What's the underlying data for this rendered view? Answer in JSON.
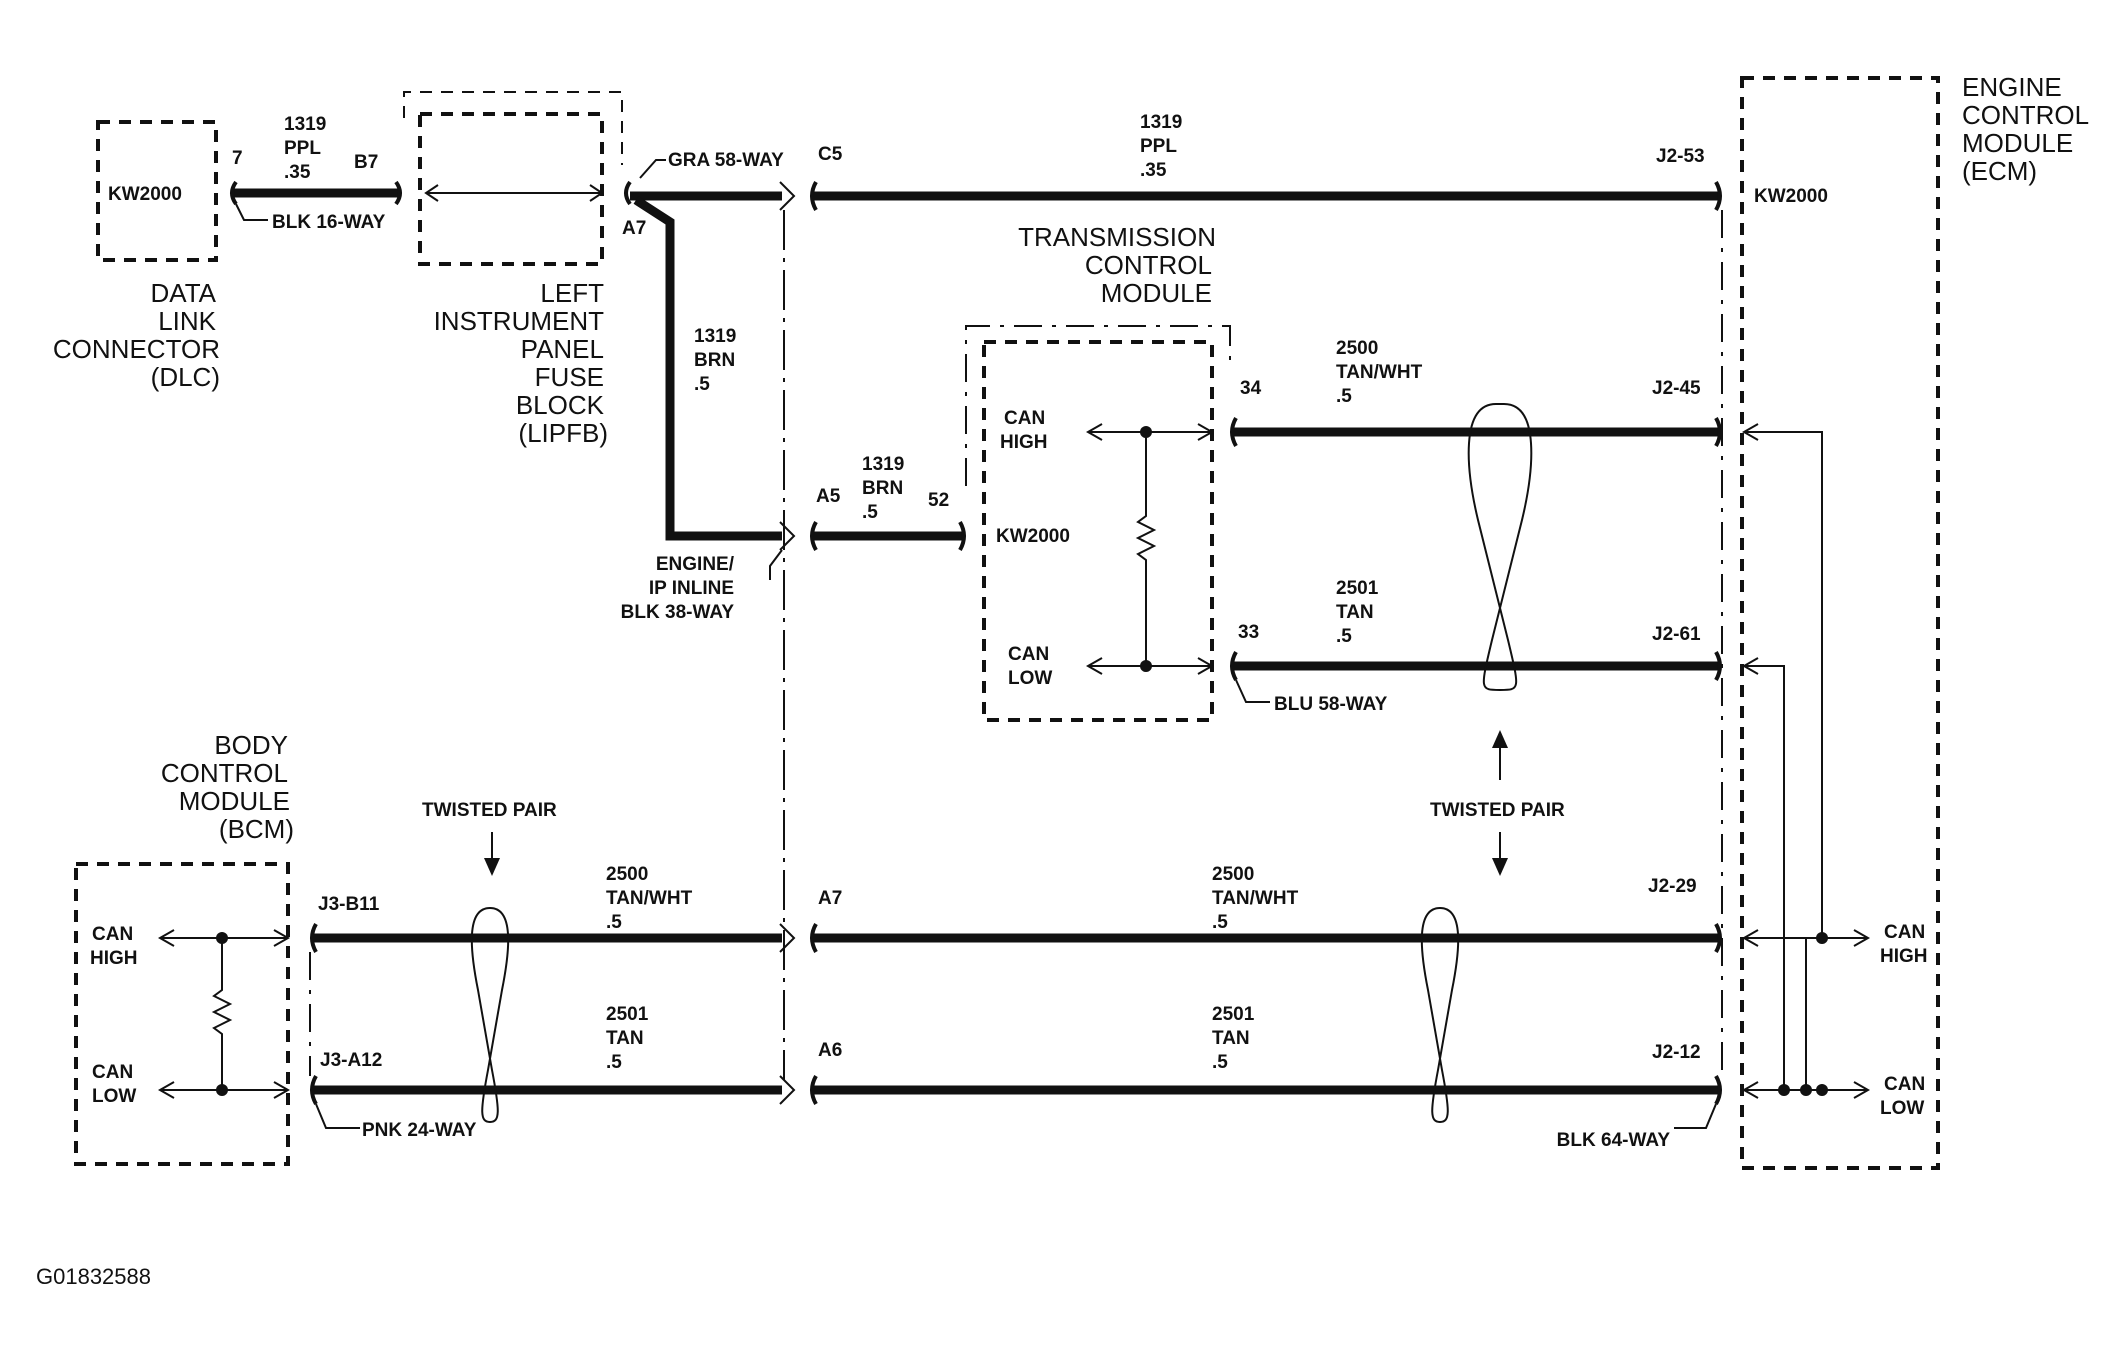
{
  "components": {
    "dlc": {
      "name_lines": [
        "DATA",
        "LINK",
        "CONNECTOR",
        "(DLC)"
      ],
      "protocol": "KW2000"
    },
    "lipfb": {
      "name_lines": [
        "LEFT",
        "INSTRUMENT",
        "PANEL",
        "FUSE",
        "BLOCK",
        "(LIPFB)"
      ]
    },
    "tcm": {
      "name_lines": [
        "TRANSMISSION",
        "CONTROL",
        "MODULE"
      ],
      "protocol": "KW2000",
      "can_high": [
        "CAN",
        "HIGH"
      ],
      "can_low": [
        "CAN",
        "LOW"
      ]
    },
    "ecm": {
      "name_lines": [
        "ENGINE",
        "CONTROL",
        "MODULE",
        "(ECM)"
      ],
      "protocol": "KW2000",
      "can_high": [
        "CAN",
        "HIGH"
      ],
      "can_low": [
        "CAN",
        "LOW"
      ]
    },
    "bcm": {
      "name_lines": [
        "BODY",
        "CONTROL",
        "MODULE",
        "(BCM)"
      ],
      "can_high": [
        "CAN",
        "HIGH"
      ],
      "can_low": [
        "CAN",
        "LOW"
      ]
    }
  },
  "connectors": {
    "dlc": "BLK 16-WAY",
    "lipfb": "GRA 58-WAY",
    "inline": [
      "ENGINE/",
      "IP INLINE",
      "BLK 38-WAY"
    ],
    "tcm": "BLU 58-WAY",
    "bcm": "PNK 24-WAY",
    "ecm": "BLK 64-WAY"
  },
  "pins": {
    "dlc_7": "7",
    "lipfb_b7": "B7",
    "lipfb_a7": "A7",
    "c5": "C5",
    "j2_53": "J2-53",
    "a5": "A5",
    "tcm_52": "52",
    "tcm_34": "34",
    "tcm_33": "33",
    "j2_45": "J2-45",
    "j2_61": "J2-61",
    "j3_b11": "J3-B11",
    "j3_a12": "J3-A12",
    "a7_inline": "A7",
    "a6_inline": "A6",
    "j2_29": "J2-29",
    "j2_12": "J2-12"
  },
  "wires": {
    "dlc_lipfb": [
      "1319",
      "PPL",
      ".35"
    ],
    "top_main": [
      "1319",
      "PPL",
      ".35"
    ],
    "lipfb_down": [
      "1319",
      "BRN",
      ".5"
    ],
    "inline_tcm": [
      "1319",
      "BRN",
      ".5"
    ],
    "tcm_high": [
      "2500",
      "TAN/WHT",
      ".5"
    ],
    "tcm_low": [
      "2501",
      "TAN",
      ".5"
    ],
    "bcm_high": [
      "2500",
      "TAN/WHT",
      ".5"
    ],
    "bcm_low": [
      "2501",
      "TAN",
      ".5"
    ],
    "ecm_high": [
      "2500",
      "TAN/WHT",
      ".5"
    ],
    "ecm_low": [
      "2501",
      "TAN",
      ".5"
    ]
  },
  "twisted_pair_label": "TWISTED PAIR",
  "figure_id": "G01832588"
}
